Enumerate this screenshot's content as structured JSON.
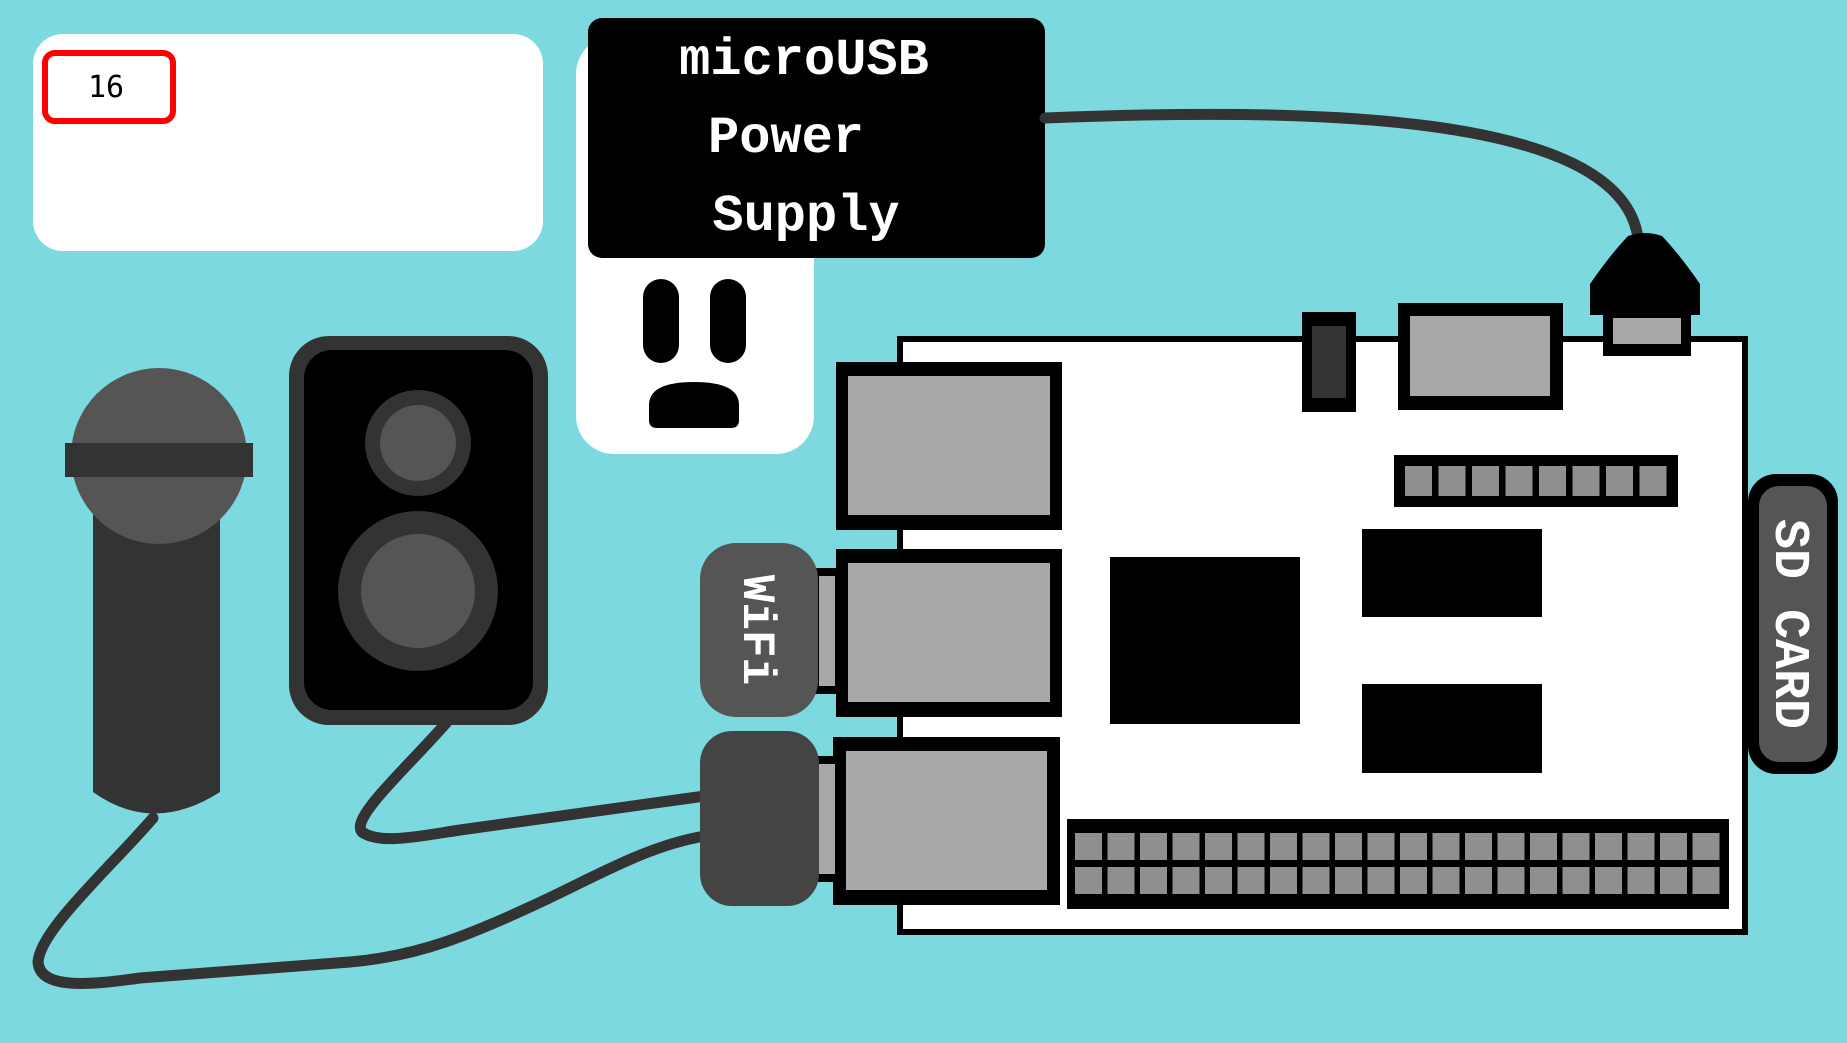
{
  "counter": {
    "value": "16"
  },
  "power_supply": {
    "line1": "microUSB",
    "line2": "Power",
    "line3": "Supply"
  },
  "wifi": {
    "label": "WiFi"
  },
  "sd_card": {
    "label": "SD CARD"
  },
  "icons": [
    "microphone-icon",
    "speaker-icon",
    "power-outlet-icon",
    "single-board-computer-icon"
  ],
  "colors": {
    "background": "#7dd9e0",
    "badge_border": "#ff0000",
    "board": "#ffffff",
    "component": "#000000",
    "port": "#a8a8a8",
    "cable": "#333333"
  }
}
